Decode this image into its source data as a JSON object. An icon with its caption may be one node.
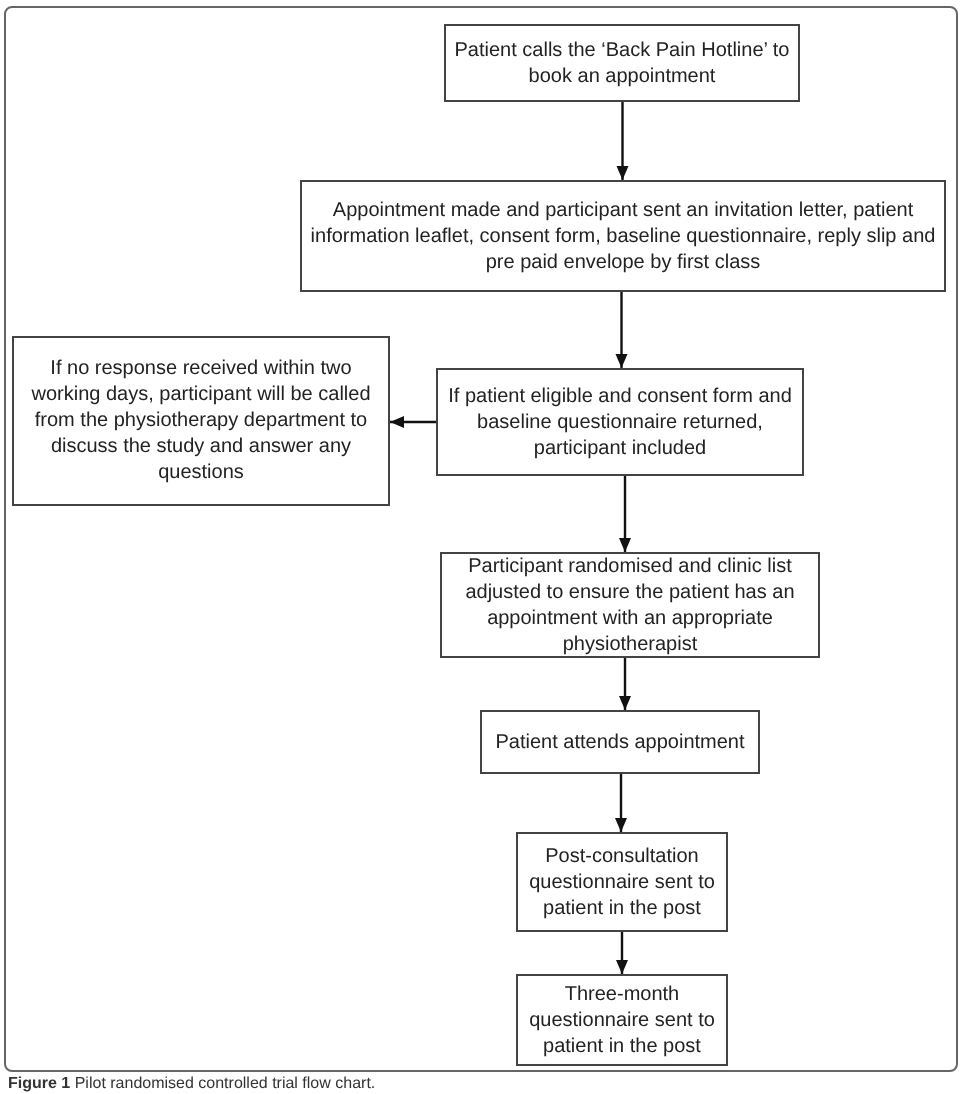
{
  "diagram": {
    "caption": "**Figure 1** Pilot randomised controlled trial flow chart.",
    "nodes": [
      {
        "text": [
          "Patient calls the ‘Back Pain Hotline’ to book an appointment"
        ]
      },
      {
        "text": [
          "Appointment made and participant sent an invitation letter, patient information leaflet, consent form, baseline questionnaire, reply slip and pre paid envelope by first class"
        ]
      },
      {
        "text": [
          "If patient eligible and consent form and baseline questionnaire returned, participant included"
        ]
      },
      {
        "text": [
          "If no response received within two working days, participant will be called from the physiotherapy department to discuss the study and answer any questions"
        ]
      },
      {
        "text": [
          "Participant randomised and clinic list adjusted to ensure the patient has an appointment with an appropriate physiotherapist"
        ]
      },
      {
        "text": [
          "Patient attends appointment"
        ]
      },
      {
        "text": [
          "Post-consultation questionnaire sent to patient in the post"
        ]
      },
      {
        "text": [
          "Three-month questionnaire sent to patient in the post"
        ]
      }
    ],
    "edges": [
      {
        "from": 0,
        "to": 1,
        "arrow": "to"
      },
      {
        "from": 1,
        "to": 2,
        "arrow": "to"
      },
      {
        "from": 2,
        "to": 3,
        "arrow": "to"
      },
      {
        "from": 2,
        "to": 4,
        "arrow": "to"
      },
      {
        "from": 4,
        "to": 5,
        "arrow": "to"
      },
      {
        "from": 5,
        "to": 6,
        "arrow": "to"
      },
      {
        "from": 6,
        "to": 7,
        "arrow": "to"
      }
    ]
  }
}
